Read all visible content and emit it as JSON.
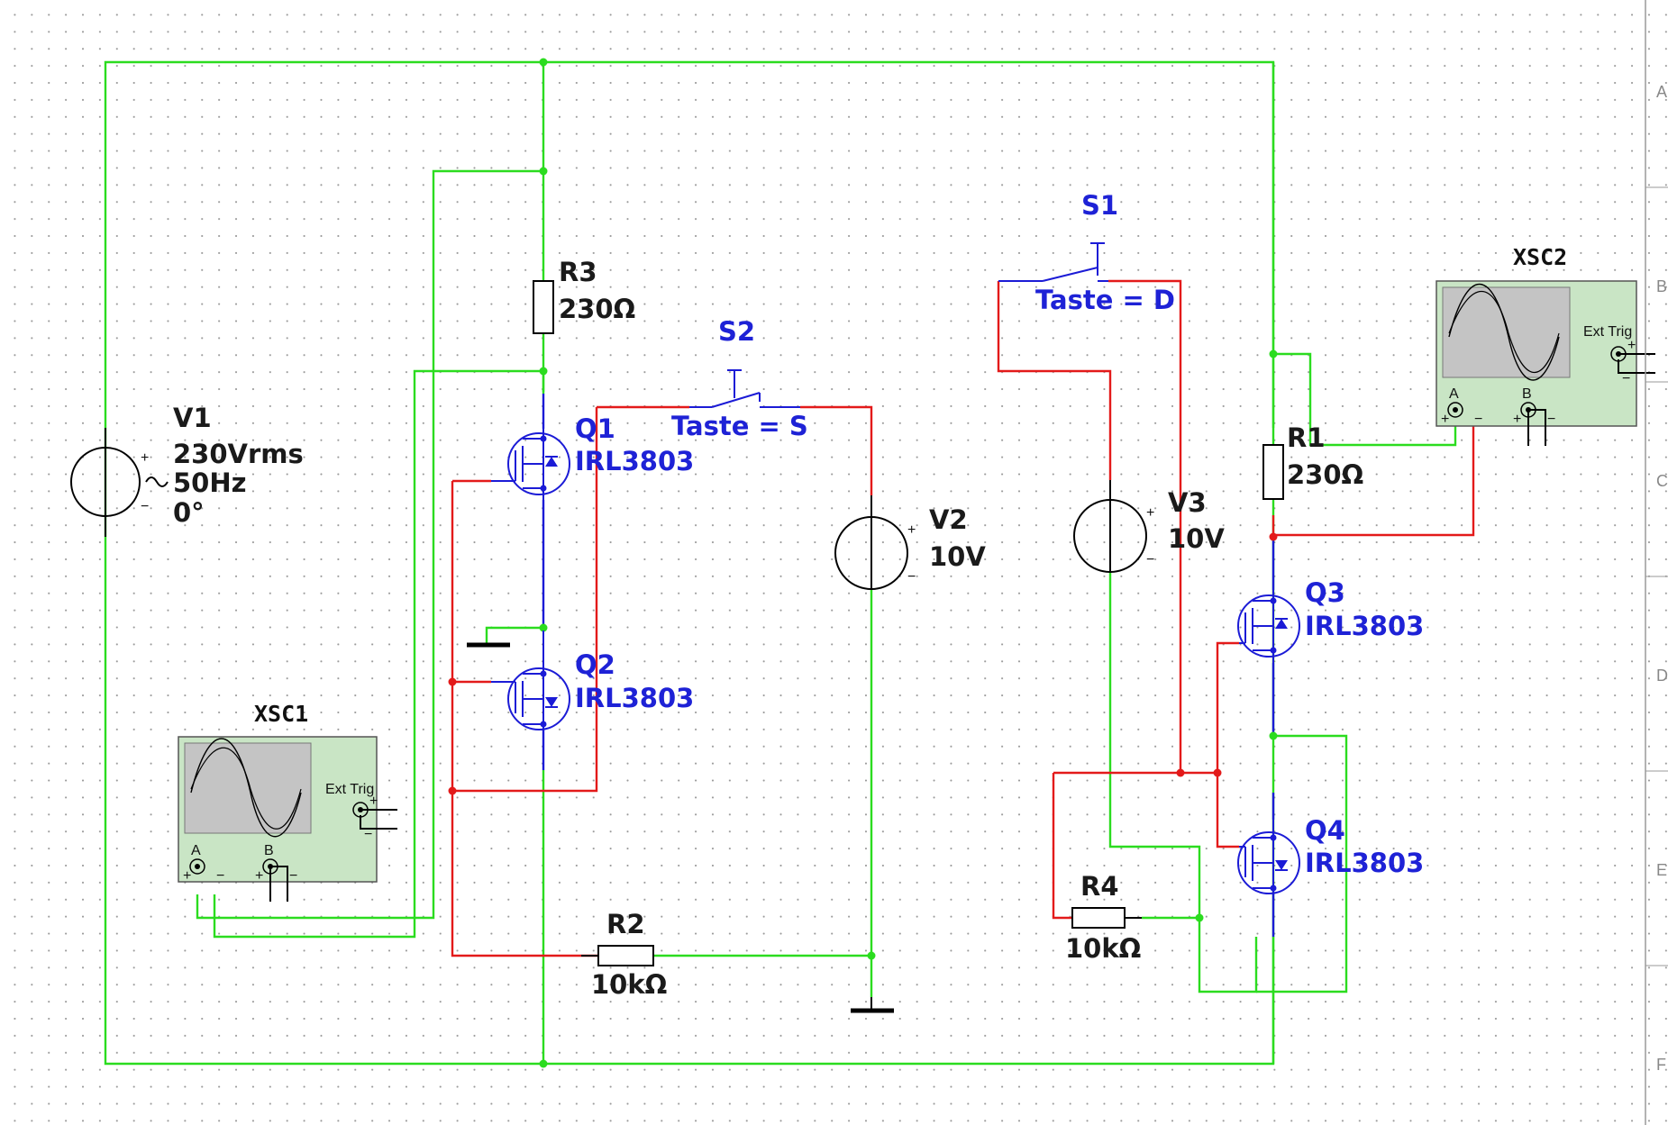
{
  "v1": {
    "name": "V1",
    "voltage": "230Vrms",
    "freq": "50Hz",
    "phase": "0°"
  },
  "v2": {
    "name": "V2",
    "value": "10V"
  },
  "v3": {
    "name": "V3",
    "value": "10V"
  },
  "r1": {
    "name": "R1",
    "value": "230Ω"
  },
  "r2": {
    "name": "R2",
    "value": "10kΩ"
  },
  "r3": {
    "name": "R3",
    "value": "230Ω"
  },
  "r4": {
    "name": "R4",
    "value": "10kΩ"
  },
  "q1": {
    "name": "Q1",
    "model": "IRL3803"
  },
  "q2": {
    "name": "Q2",
    "model": "IRL3803"
  },
  "q3": {
    "name": "Q3",
    "model": "IRL3803"
  },
  "q4": {
    "name": "Q4",
    "model": "IRL3803"
  },
  "s1": {
    "name": "S1",
    "key": "Taste = D"
  },
  "s2": {
    "name": "S2",
    "key": "Taste = S"
  },
  "xsc1": {
    "name": "XSC1",
    "ext_trig": "Ext Trig",
    "ch_a": "A",
    "ch_b": "B"
  },
  "xsc2": {
    "name": "XSC2",
    "ext_trig": "Ext Trig",
    "ch_a": "A",
    "ch_b": "B"
  },
  "pins": {
    "plus": "+",
    "minus": "−",
    "tilde": "~"
  },
  "border_labels": [
    "A",
    "B",
    "C",
    "D",
    "E",
    "F"
  ],
  "colors": {
    "wire_green": "#2bdc1f",
    "wire_red": "#e31a1a",
    "wire_blue": "#1b1bd6",
    "label_blue": "#1e22d6",
    "scope_body": "#c9e5c5"
  }
}
